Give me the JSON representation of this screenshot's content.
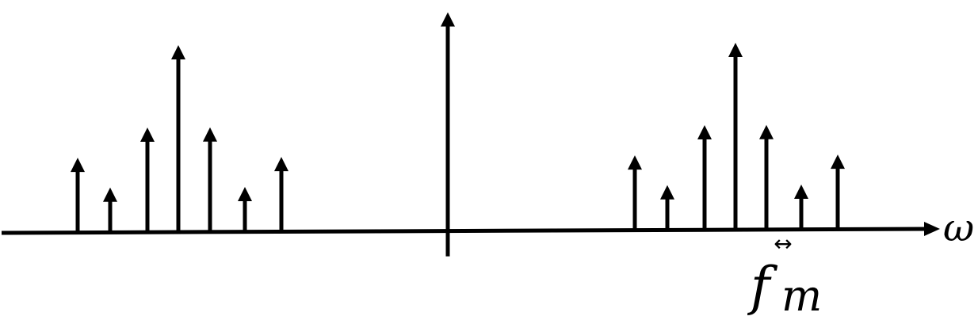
{
  "axis": {
    "label": "ω",
    "color": "#000000"
  },
  "annotation": {
    "symbol": "f",
    "subscript": "m",
    "arrow": "↔"
  },
  "spectrum": {
    "left_group": [
      {
        "name": "left-component-1",
        "relative_amplitude": 0.4
      },
      {
        "name": "left-component-2",
        "relative_amplitude": 0.24
      },
      {
        "name": "left-component-3",
        "relative_amplitude": 0.56
      },
      {
        "name": "left-component-4",
        "relative_amplitude": 1.0
      },
      {
        "name": "left-component-5",
        "relative_amplitude": 0.56
      },
      {
        "name": "left-component-6",
        "relative_amplitude": 0.24
      },
      {
        "name": "left-component-7",
        "relative_amplitude": 0.4
      }
    ],
    "center": {
      "name": "center-impulse",
      "relative_amplitude": 1.17
    },
    "right_group": [
      {
        "name": "right-component-1",
        "relative_amplitude": 0.4
      },
      {
        "name": "right-component-2",
        "relative_amplitude": 0.24
      },
      {
        "name": "right-component-3",
        "relative_amplitude": 0.56
      },
      {
        "name": "right-component-4",
        "relative_amplitude": 1.0
      },
      {
        "name": "right-component-5",
        "relative_amplitude": 0.56
      },
      {
        "name": "right-component-6",
        "relative_amplitude": 0.24
      },
      {
        "name": "right-component-7",
        "relative_amplitude": 0.4
      }
    ]
  }
}
